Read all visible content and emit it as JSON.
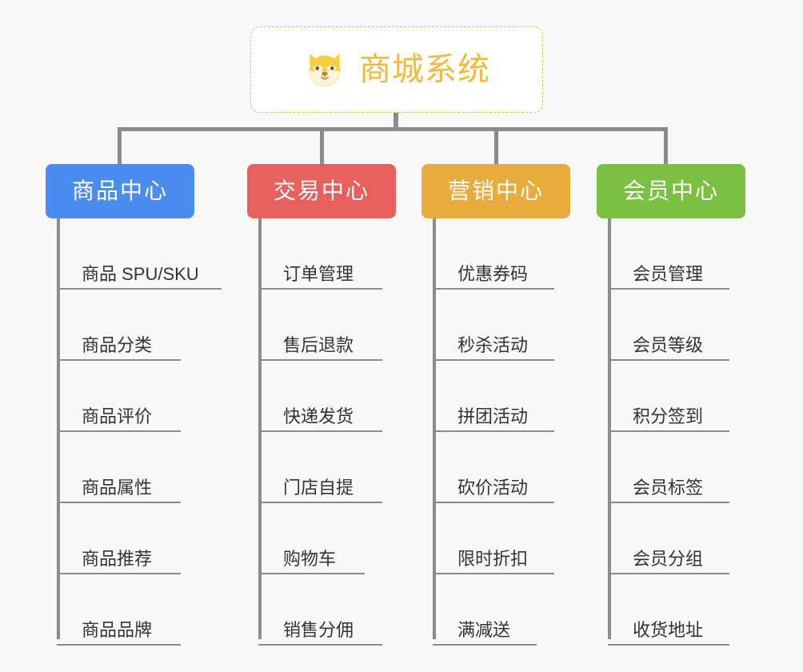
{
  "page": {
    "background_color": "#f8f8f8",
    "text_color": "#333333",
    "connector_color": "#8c8c8c"
  },
  "root": {
    "title": "商城系统",
    "icon": "shiba-dog-face-icon",
    "accent_color": "#f0b93f",
    "border_color": "#e9b85c",
    "background_color": "#ffffff"
  },
  "columns": [
    {
      "id": "product-center",
      "header": "商品中心",
      "color": "#4a8cf0",
      "items": [
        "商品 SPU/SKU",
        "商品分类",
        "商品评价",
        "商品属性",
        "商品推荐",
        "商品品牌"
      ]
    },
    {
      "id": "trade-center",
      "header": "交易中心",
      "color": "#e8605b",
      "items": [
        "订单管理",
        "售后退款",
        "快递发货",
        "门店自提",
        "购物车",
        "销售分佣"
      ]
    },
    {
      "id": "marketing-center",
      "header": "营销中心",
      "color": "#e8ab3c",
      "items": [
        "优惠券码",
        "秒杀活动",
        "拼团活动",
        "砍价活动",
        "限时折扣",
        "满减送"
      ]
    },
    {
      "id": "member-center",
      "header": "会员中心",
      "color": "#7bc043",
      "items": [
        "会员管理",
        "会员等级",
        "积分签到",
        "会员标签",
        "会员分组",
        "收货地址"
      ]
    }
  ]
}
